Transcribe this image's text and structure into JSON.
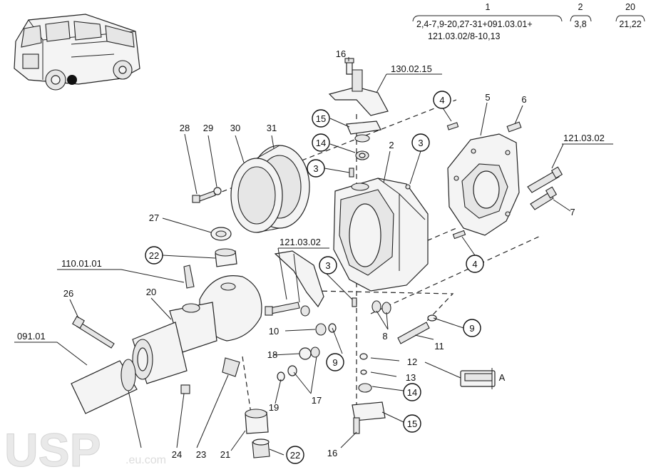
{
  "header": {
    "groups": [
      {
        "num": "1",
        "line1": "2,4-7,9-20,27-31+091.03.01+",
        "line2": "121.03.02/8-10,13"
      },
      {
        "num": "2",
        "line1": "3,8"
      },
      {
        "num": "20",
        "line1": "21,22"
      }
    ]
  },
  "refs": {
    "r130": "130.02.15",
    "r121a": "121.03.02",
    "r121b": "121.03.02",
    "r110": "110.01.01",
    "r091": "091.01"
  },
  "labels": {
    "n16a": "16",
    "n15a": "15",
    "n14a": "14",
    "n3a": "3",
    "n2": "2",
    "n3b": "3",
    "n4a": "4",
    "n5": "5",
    "n6": "6",
    "n7": "7",
    "n4b": "4",
    "n28": "28",
    "n29": "29",
    "n30": "30",
    "n31": "31",
    "n27": "27",
    "n22a": "22",
    "n3c": "3",
    "n20": "20",
    "n26": "26",
    "n10": "10",
    "n8": "8",
    "n9a": "9",
    "n9b": "9",
    "n11": "11",
    "n18": "18",
    "n12": "12",
    "n13": "13",
    "n14b": "14",
    "n15b": "15",
    "n16b": "16",
    "n19": "19",
    "n17": "17",
    "n21": "21",
    "n22b": "22",
    "n23": "23",
    "n24": "24",
    "nA": "A"
  },
  "watermark": {
    "brand": "USP",
    "domain": ".eu.com"
  }
}
